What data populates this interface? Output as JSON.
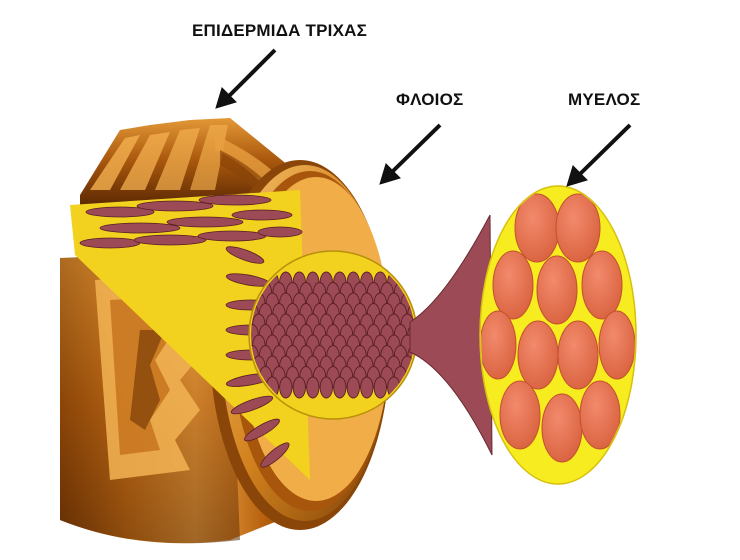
{
  "labels": {
    "epidermis": "ΕΠΙΔΕΡΜΙΔΑ ΤΡΙΧΑΣ",
    "cortex": "ΦΛΟΙΟΣ",
    "medulla": "ΜΥΕΛΟΣ"
  },
  "colors": {
    "cuticle_dark": "#7a3d06",
    "cuticle_light": "#f2a63a",
    "fiber_fill": "#9c4a55",
    "fiber_stroke": "#5a1e24",
    "binder_yellow": "#f2d21e",
    "medulla_cell": "#e8765a",
    "medulla_yellow": "#f7ec1f",
    "arrow": "#111111"
  }
}
